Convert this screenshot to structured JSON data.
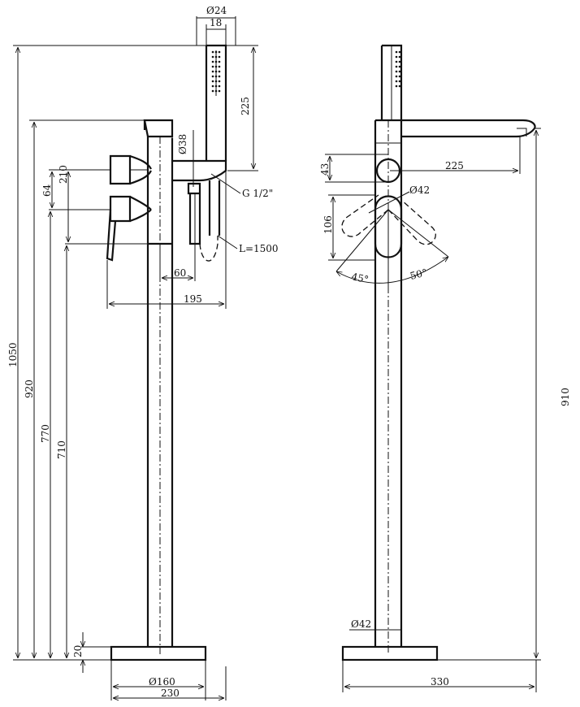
{
  "dimensions": {
    "d24": "Ø24",
    "d18": "18",
    "h225_top": "225",
    "d38": "Ø38",
    "h210": "210",
    "h64": "64",
    "thread": "G 1/2\"",
    "hose": "L=1500",
    "w60": "60",
    "w195": "195",
    "h1050": "1050",
    "h920": "920",
    "h770": "770",
    "h710": "710",
    "h20": "20",
    "d160": "Ø160",
    "w230": "230",
    "h43": "43",
    "reach225": "225",
    "d42_handle": "Ø42",
    "h106": "106",
    "angle45": "45°",
    "angle50": "50°",
    "h910": "910",
    "d42_column": "Ø42",
    "w330": "330"
  }
}
